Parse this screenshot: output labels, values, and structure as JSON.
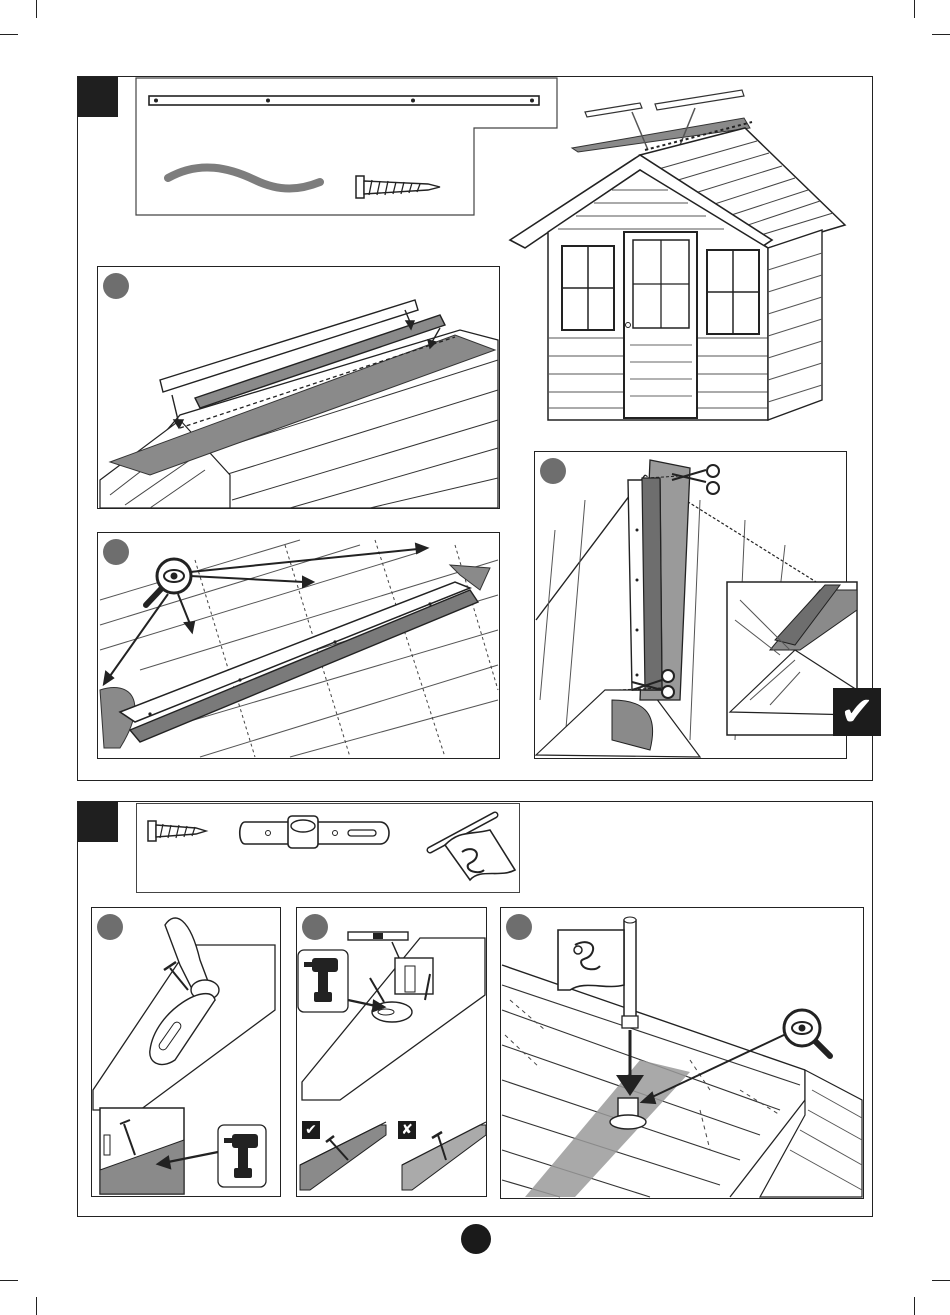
{
  "page": {
    "number": ""
  },
  "top_step": {
    "badge_label": "",
    "parts": [
      "ridge-cap-strip",
      "felt-strip",
      "screw"
    ],
    "substeps": [
      {
        "id": "a",
        "badge": ""
      },
      {
        "id": "b",
        "badge": ""
      },
      {
        "id": "c",
        "badge": ""
      }
    ],
    "check_mark": "✔"
  },
  "bottom_step": {
    "badge_label": "",
    "parts": [
      "screw",
      "flag-bracket",
      "flag"
    ],
    "substeps": [
      {
        "id": "a",
        "badge": ""
      },
      {
        "id": "b",
        "badge": ""
      },
      {
        "id": "c",
        "badge": ""
      }
    ],
    "correct_mark": "✔",
    "wrong_mark": "✘"
  },
  "icons": [
    "eye-magnifier-icon",
    "scissors-icon",
    "drill-icon",
    "spirit-level-icon",
    "check-icon",
    "cross-icon"
  ],
  "colors": {
    "ink": "#1f1f1f",
    "gray_fill": "#8a8a8a",
    "light_gray": "#c8c8c8",
    "badge_gray": "#6e6e6e"
  }
}
